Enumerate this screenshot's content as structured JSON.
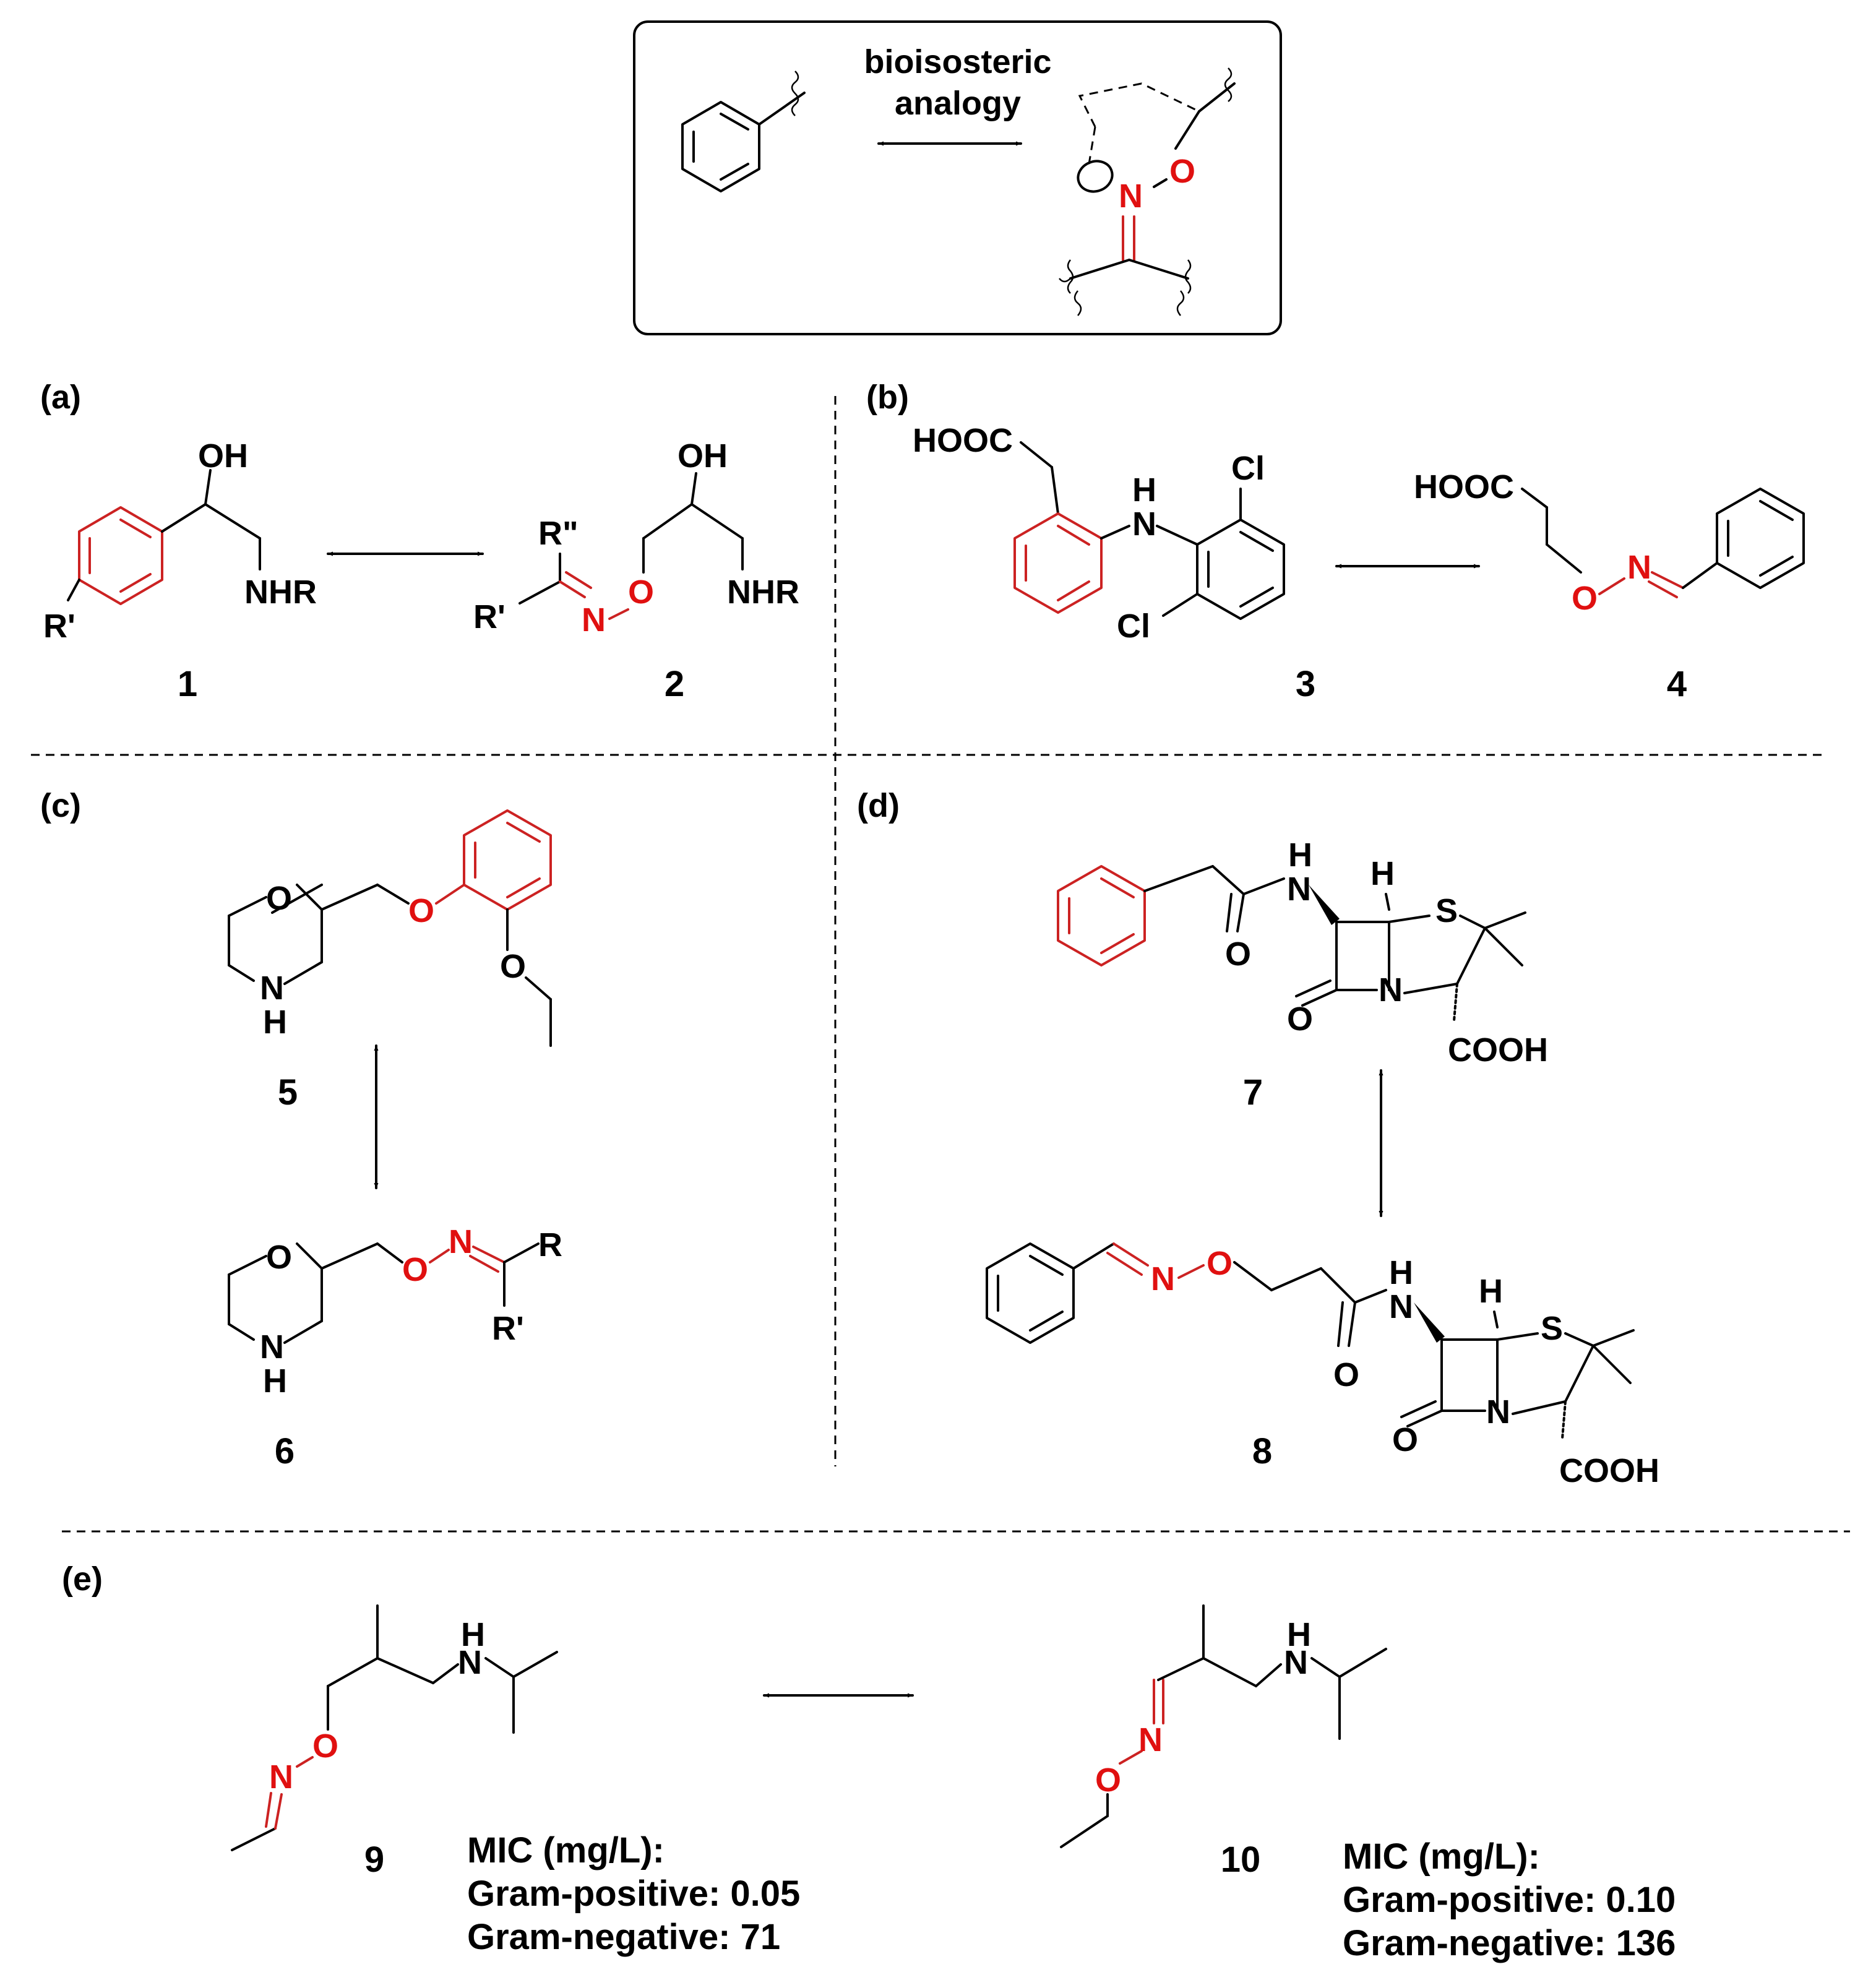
{
  "header": {
    "box_text_line1": "bioisosteric",
    "box_text_line2": "analogy"
  },
  "panels": {
    "a": "(a)",
    "b": "(b)",
    "c": "(c)",
    "d": "(d)",
    "e": "(e)"
  },
  "compounds": {
    "c1": "1",
    "c2": "2",
    "c3": "3",
    "c4": "4",
    "c5": "5",
    "c6": "6",
    "c7": "7",
    "c8": "8",
    "c9": "9",
    "c10": "10"
  },
  "atoms": {
    "N": "N",
    "O": "O",
    "OH": "OH",
    "NHR": "NHR",
    "R": "R",
    "R_prime": "R'",
    "R_dprime": "R\"",
    "HOOC": "HOOC",
    "COOH": "COOH",
    "Cl": "Cl",
    "H": "H",
    "S": "S"
  },
  "mic": {
    "c9": {
      "title": "MIC (mg/L):",
      "gram_positive": "Gram-positive: 0.05",
      "gram_negative": "Gram-negative: 71"
    },
    "c10": {
      "title": "MIC (mg/L):",
      "gram_positive": "Gram-positive: 0.10",
      "gram_negative": "Gram-negative: 136"
    }
  },
  "colors": {
    "highlight": "#e01010",
    "ink": "#000000"
  }
}
